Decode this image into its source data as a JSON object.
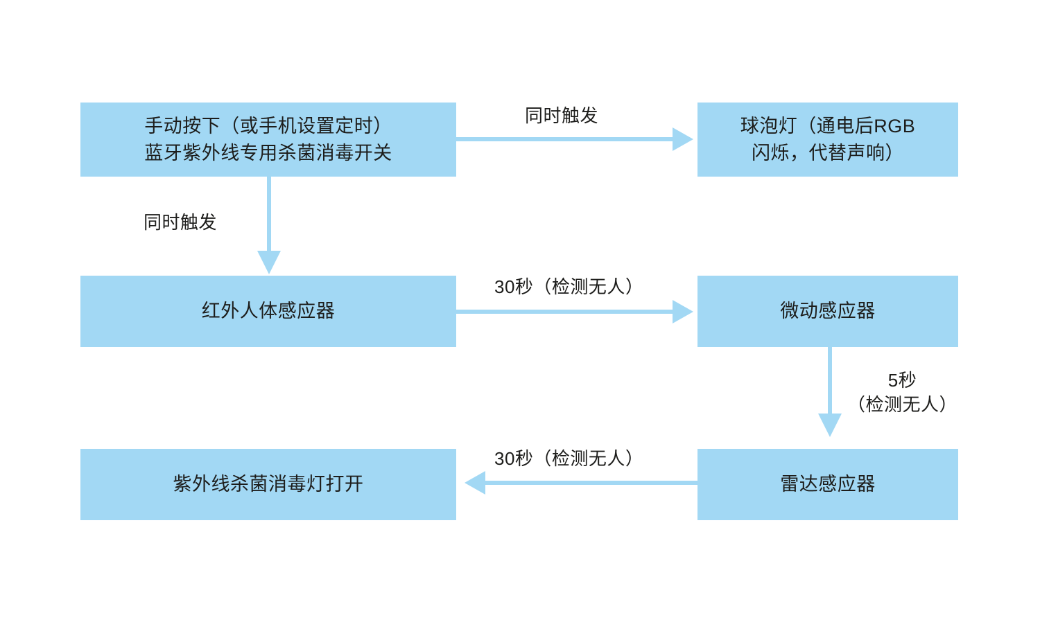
{
  "diagram": {
    "title": "",
    "colors": {
      "node_fill": "#a2d8f4",
      "arrow": "#a2d8f4",
      "text": "#1d1d1b",
      "background": "#ffffff"
    },
    "nodes": [
      {
        "id": "switch",
        "label": "手动按下（或手机设置定时）\n蓝牙紫外线专用杀菌消毒开关"
      },
      {
        "id": "bulb",
        "label": "球泡灯（通电后RGB\n闪烁，代替声响）"
      },
      {
        "id": "pir",
        "label": "红外人体感应器"
      },
      {
        "id": "micro",
        "label": "微动感应器"
      },
      {
        "id": "uvlamp",
        "label": "紫外线杀菌消毒灯打开"
      },
      {
        "id": "radar",
        "label": "雷达感应器"
      }
    ],
    "edges": [
      {
        "id": "e1",
        "from": "switch",
        "to": "bulb",
        "label": "同时触发",
        "direction": "right"
      },
      {
        "id": "e2",
        "from": "switch",
        "to": "pir",
        "label": "同时触发",
        "direction": "down"
      },
      {
        "id": "e3",
        "from": "pir",
        "to": "micro",
        "label": "30秒（检测无人）",
        "direction": "right"
      },
      {
        "id": "e4",
        "from": "micro",
        "to": "radar",
        "label": "5秒\n（检测无人）",
        "direction": "down"
      },
      {
        "id": "e5",
        "from": "radar",
        "to": "uvlamp",
        "label": "30秒（检测无人）",
        "direction": "left"
      }
    ]
  }
}
